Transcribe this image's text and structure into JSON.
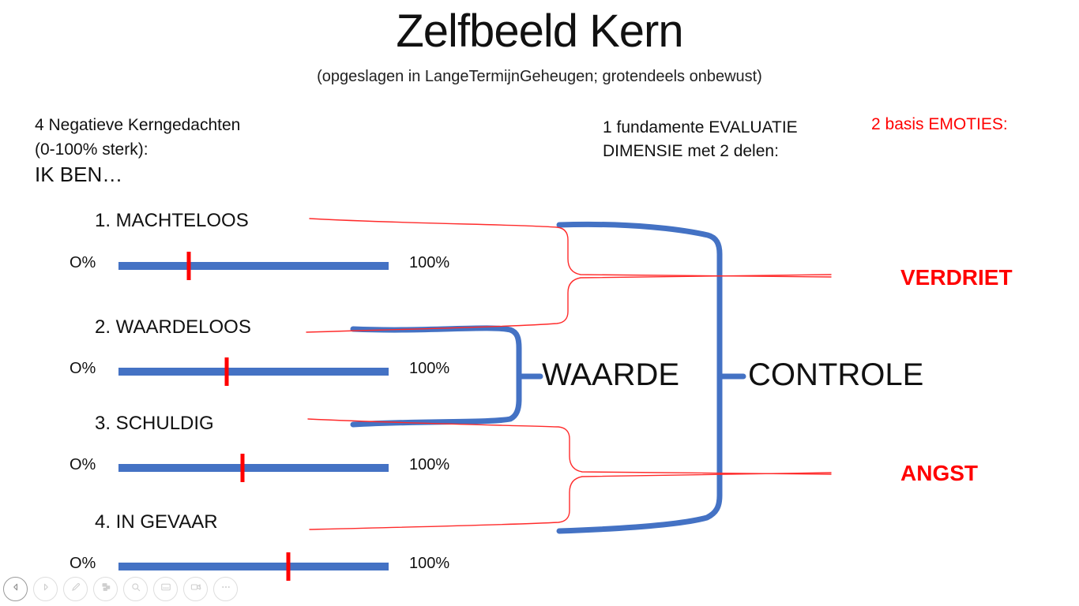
{
  "slide": {
    "title": "Zelfbeeld Kern",
    "subtitle": "(opgeslagen in LangeTermijnGeheugen; grotendeels onbewust)",
    "left_heading_line1": "4 Negatieve Kerngedachten",
    "left_heading_line2": "(0-100% sterk):",
    "left_heading_line3": "IK BEN…",
    "middle_heading_line1": "1 fundamente EVALUATIE",
    "middle_heading_line2": "DIMENSIE met 2 delen:",
    "right_heading": "2 basis EMOTIES:",
    "dimension_labels": {
      "waarde": "WAARDE",
      "controle": "CONTROLE"
    },
    "emotion_labels": {
      "verdriet": "VERDRIET",
      "angst": "ANGST"
    },
    "items": [
      {
        "label": "1. MACHTELOOS",
        "min_label": "O%",
        "max_label": "100%",
        "value_pct": 26
      },
      {
        "label": "2. WAARDELOOS",
        "min_label": "O%",
        "max_label": "100%",
        "value_pct": 40
      },
      {
        "label": "3. SCHULDIG",
        "min_label": "O%",
        "max_label": "100%",
        "value_pct": 46
      },
      {
        "label": "4. IN GEVAAR",
        "min_label": "O%",
        "max_label": "100%",
        "value_pct": 63
      }
    ],
    "colors": {
      "accent_blue": "#4472C4",
      "marker_red": "#FF0000",
      "emotion_text_red": "#FF0000",
      "connector_red": "#FF2B2B"
    }
  },
  "toolbar": {
    "buttons": [
      {
        "name": "previous-slide",
        "icon": "arrow-left-icon"
      },
      {
        "name": "next-slide",
        "icon": "arrow-right-icon"
      },
      {
        "name": "pen-tools",
        "icon": "pen-icon"
      },
      {
        "name": "see-all-slides",
        "icon": "slides-grid-icon"
      },
      {
        "name": "zoom",
        "icon": "magnifier-icon"
      },
      {
        "name": "subtitles",
        "icon": "captions-icon"
      },
      {
        "name": "camera",
        "icon": "camera-off-icon"
      },
      {
        "name": "more-options",
        "icon": "ellipsis-icon"
      }
    ]
  }
}
